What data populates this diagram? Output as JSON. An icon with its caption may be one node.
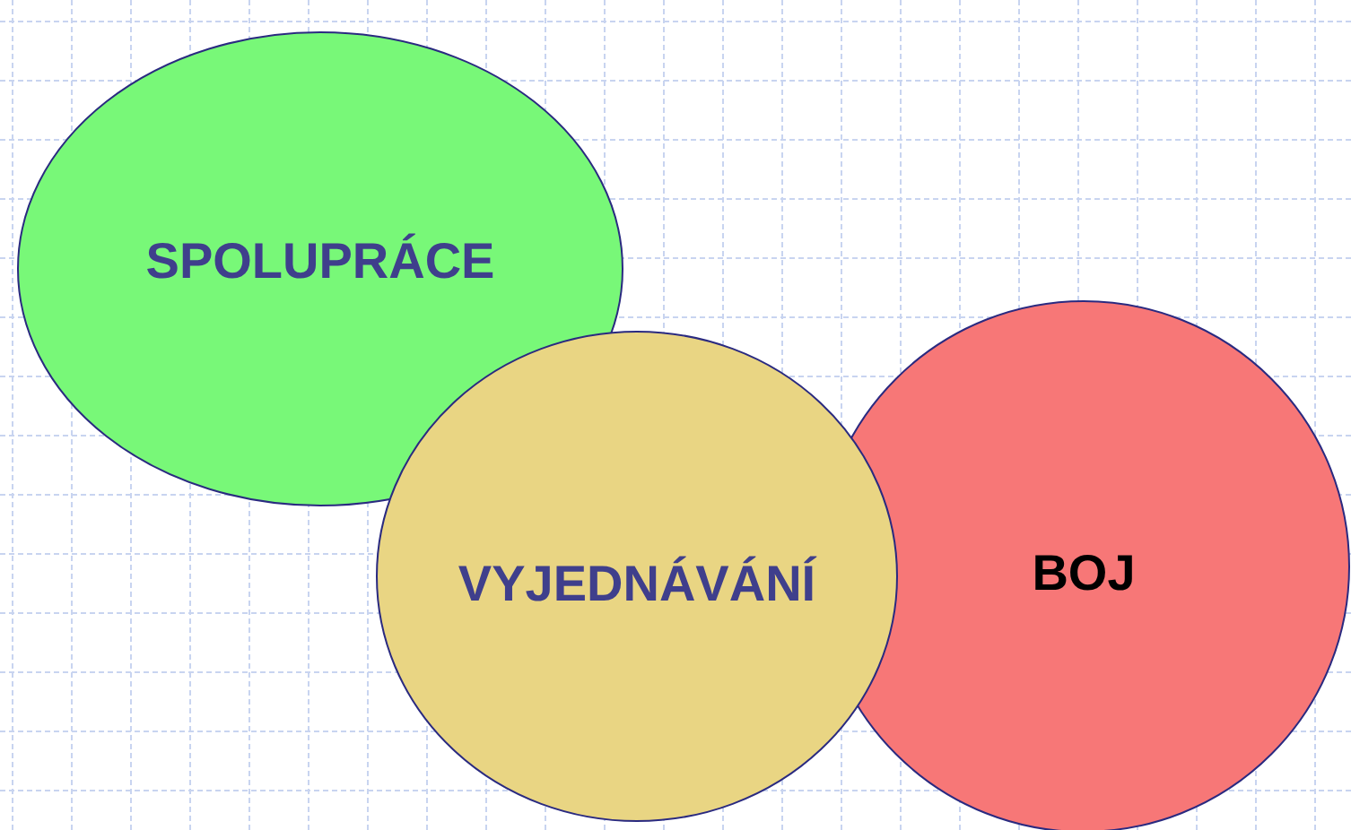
{
  "diagram": {
    "nodes": [
      {
        "text": [
          "SPOLUPRÁCE"
        ]
      },
      {
        "text": [
          "BOJ"
        ]
      },
      {
        "text": [
          "VYJEDNÁVÁNÍ"
        ]
      }
    ]
  }
}
